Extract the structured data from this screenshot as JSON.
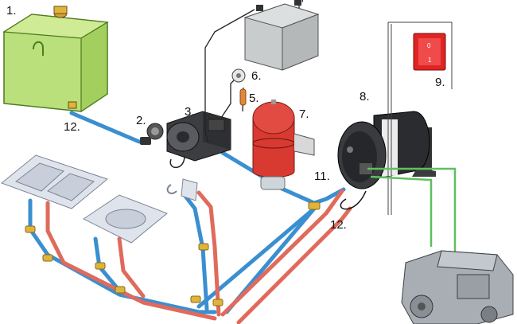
{
  "labels": {
    "tank": "1.",
    "strainer": "2.",
    "pump": "3.",
    "battery_plus": "+",
    "fuse": "5.",
    "pressure_switch": "6.",
    "accumulator": "7.",
    "water_heater": "8.",
    "main_switch": "9.",
    "heater_valve": "11.",
    "tank_valve": "12.",
    "heater_outlet_valve": "12.",
    "switch_on": "1",
    "switch_off": "0"
  },
  "colors": {
    "tank_fill": "#b9e07a",
    "tank_stroke": "#4f7a1f",
    "cold_pipe": "#3a8fd0",
    "hot_pipe": "#e06a5c",
    "engine_loop": "#5fbf5f",
    "accumulator_red": "#d83a32",
    "switch_red": "#e02424",
    "battery_gray": "#c9cccd",
    "fitting_brass": "#e0b43a",
    "sink_fill": "#dfe4ec"
  },
  "icons": {
    "tank": "water-tank-icon",
    "pump": "water-pump-icon",
    "battery": "battery-icon",
    "heater": "water-heater-icon",
    "engine": "engine-icon",
    "switch": "rocker-switch-icon"
  }
}
